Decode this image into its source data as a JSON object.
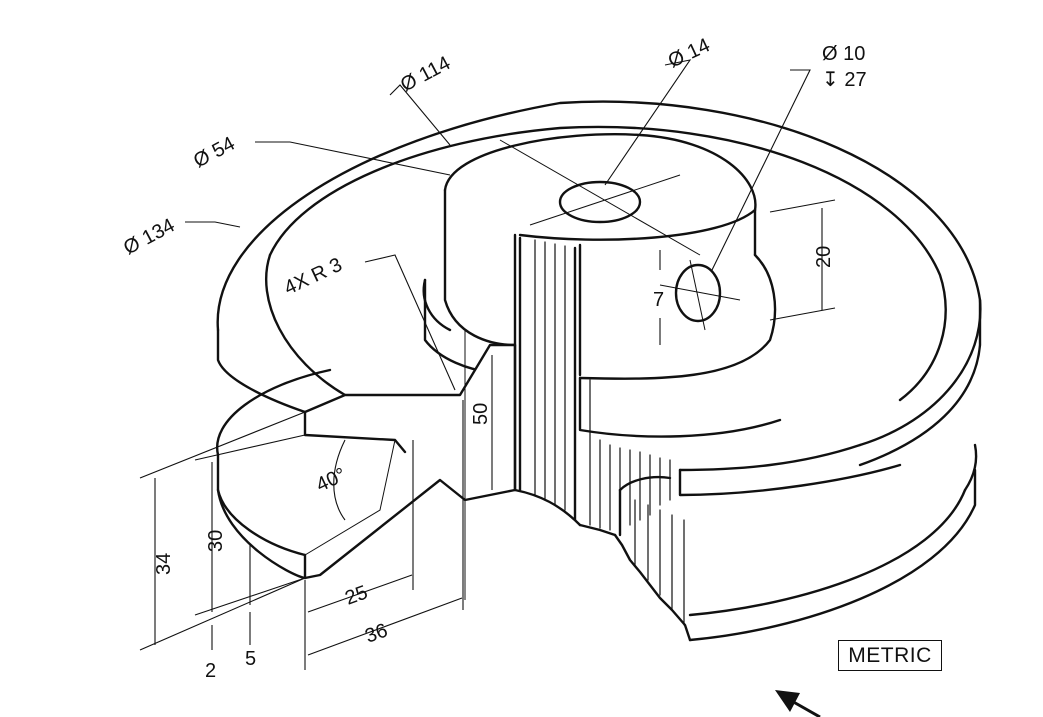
{
  "dimensions": {
    "dia_134": "Ø 134",
    "dia_54": "Ø 54",
    "dia_114": "Ø 114",
    "dia_14": "Ø 14",
    "dia_10": "Ø 10",
    "depth_27": "↧ 27",
    "fillets": "4X R 3",
    "height_20": "20",
    "offset_7": "7",
    "height_50": "50",
    "angle_40": "40°",
    "height_34": "34",
    "height_30": "30",
    "width_25": "25",
    "width_36": "36",
    "thick_2": "2",
    "thick_5": "5"
  },
  "units_label": "METRIC"
}
